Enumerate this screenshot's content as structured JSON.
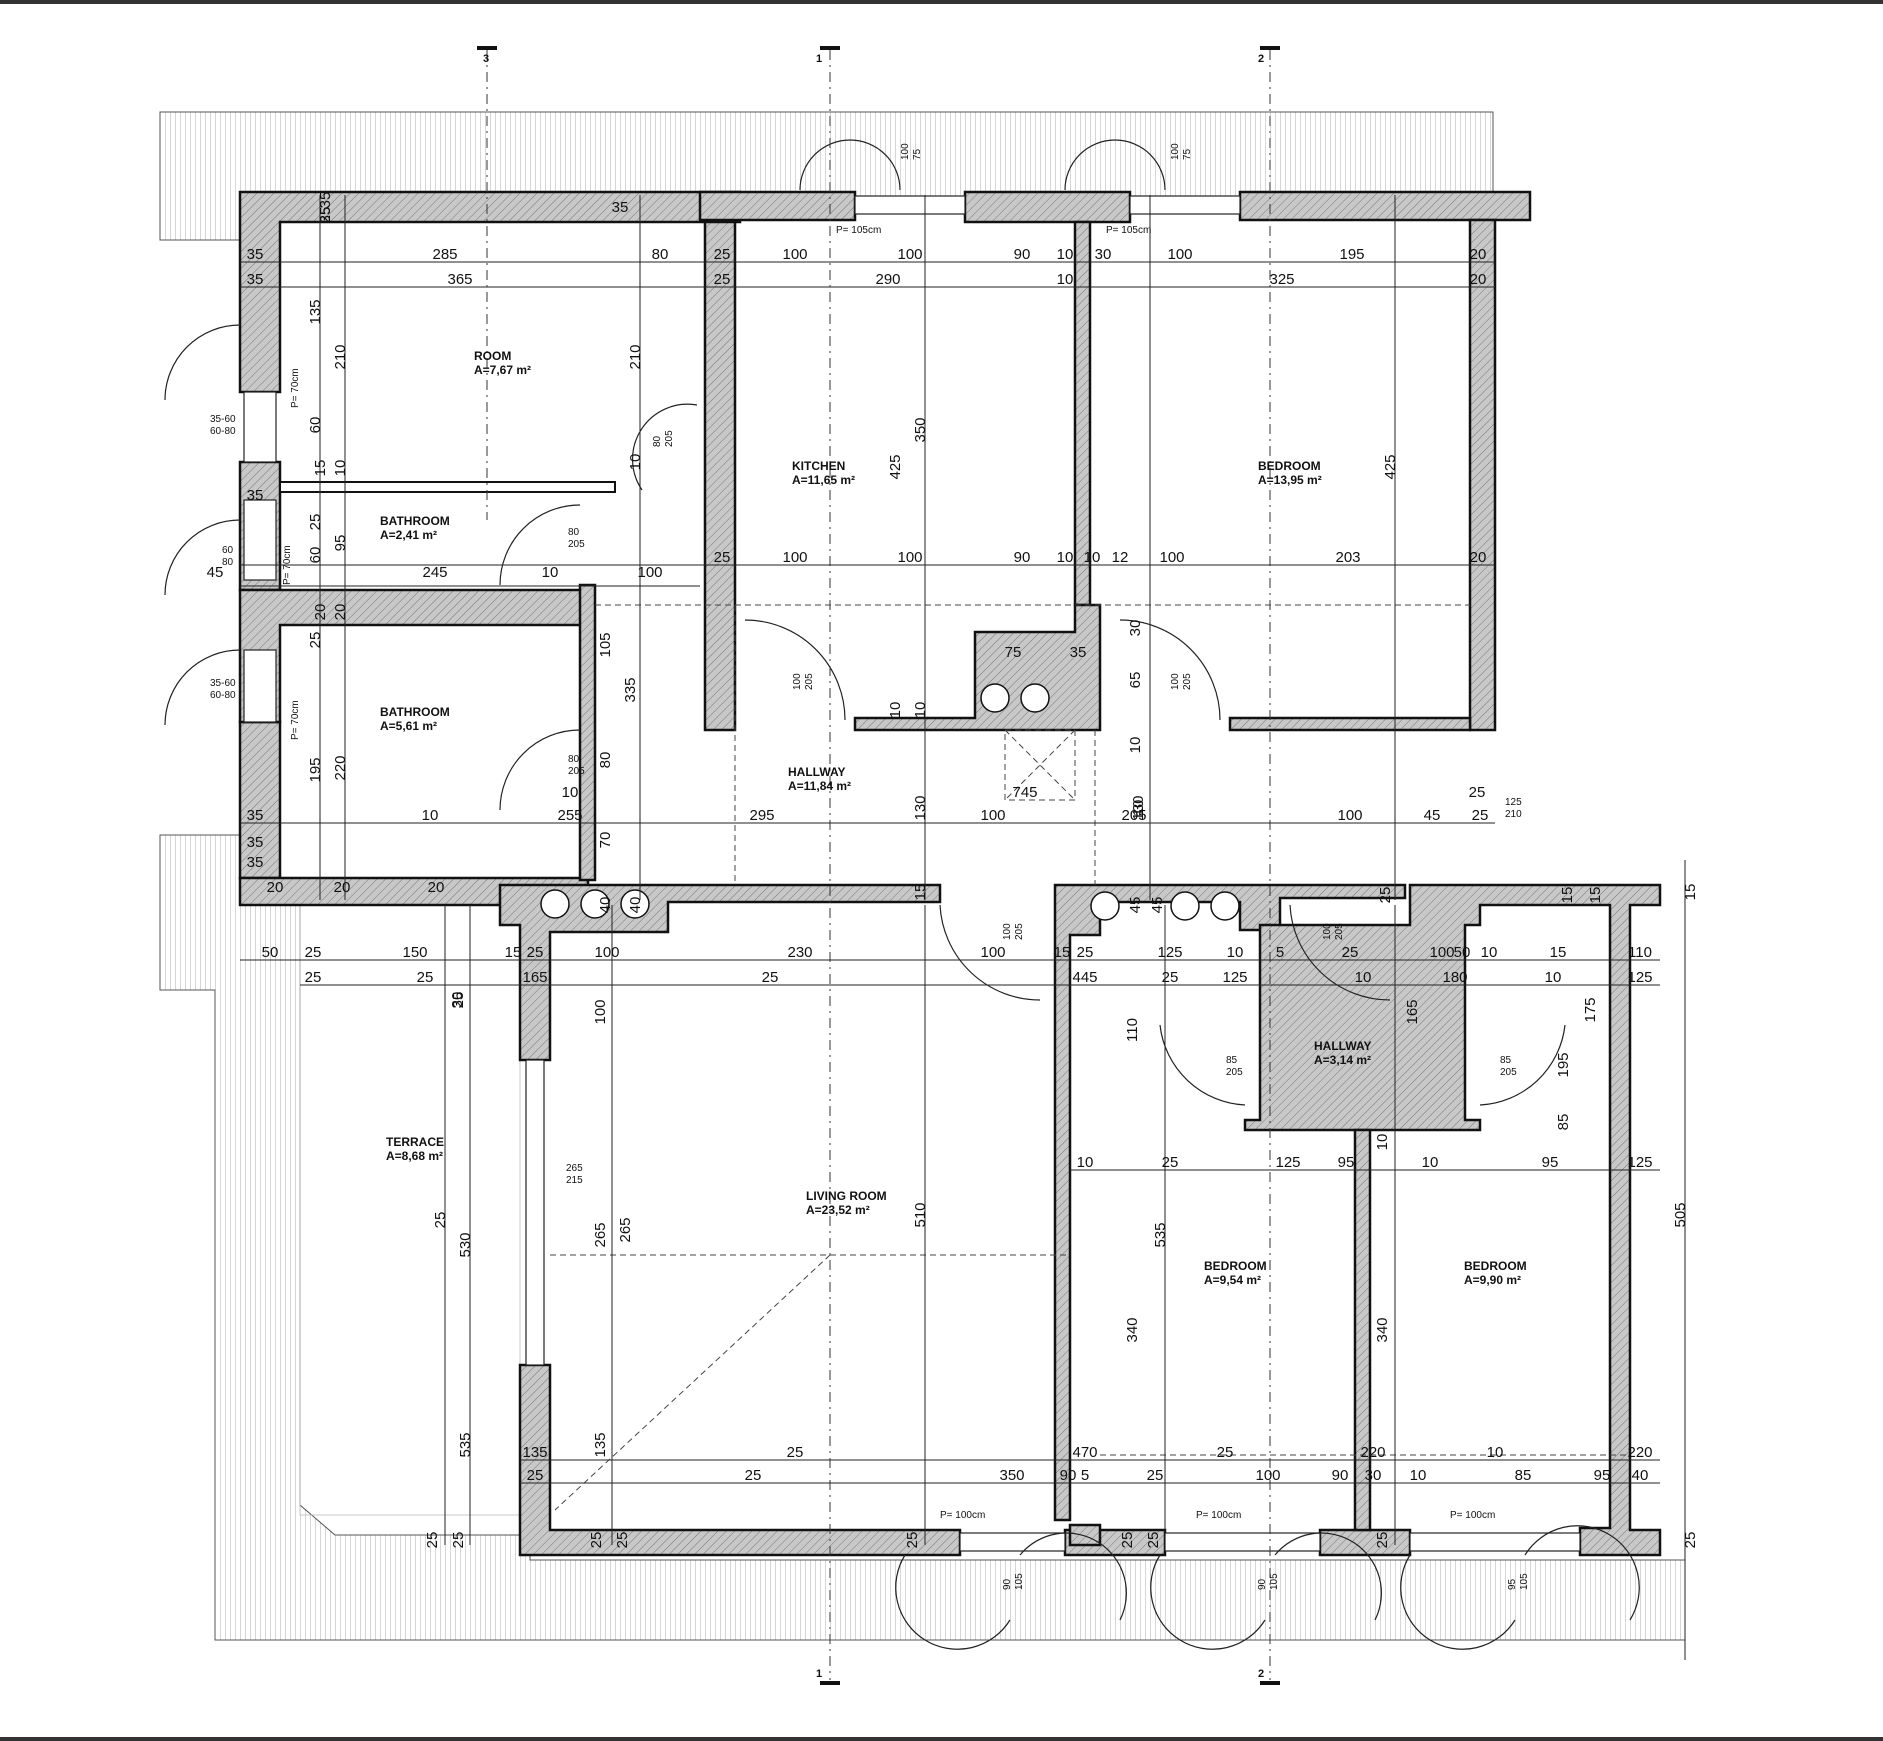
{
  "rooms": [
    {
      "name": "ROOM",
      "area": "A=7,67 m²"
    },
    {
      "name": "KITCHEN",
      "area": "A=11,65 m²"
    },
    {
      "name": "BEDROOM",
      "area": "A=13,95 m²"
    },
    {
      "name": "BATHROOM",
      "area": "A=2,41 m²"
    },
    {
      "name": "BATHROOM",
      "area": "A=5,61 m²"
    },
    {
      "name": "HALLWAY",
      "area": "A=11,84 m²"
    },
    {
      "name": "TERRACE",
      "area": "A=8,68 m²"
    },
    {
      "name": "LIVING ROOM",
      "area": "A=23,52 m²"
    },
    {
      "name": "HALLWAY",
      "area": "A=3,14 m²"
    },
    {
      "name": "BEDROOM",
      "area": "A=9,54 m²"
    },
    {
      "name": "BEDROOM",
      "area": "A=9,90 m²"
    }
  ],
  "axes": [
    "3",
    "1",
    "2",
    "1",
    "2"
  ],
  "window_notes": [
    "P= 105cm",
    "P= 105cm",
    "P= 70cm",
    "P= 70cm",
    "P= 70cm",
    "P= 100cm",
    "P= 100cm",
    "P= 100cm"
  ],
  "dims": [
    "35",
    "35",
    "35",
    "35",
    "35",
    "35",
    "35",
    "35",
    "35",
    "285",
    "80",
    "25",
    "100",
    "100",
    "90",
    "10",
    "30",
    "100",
    "195",
    "20",
    "365",
    "25",
    "290",
    "10",
    "325",
    "20",
    "135",
    "210",
    "210",
    "425",
    "350",
    "425",
    "60",
    "15",
    "10",
    "10",
    "25",
    "95",
    "60",
    "45",
    "245",
    "10",
    "100",
    "25",
    "100",
    "100",
    "90",
    "10",
    "10",
    "12",
    "100",
    "203",
    "20",
    "20",
    "20",
    "25",
    "105",
    "335",
    "75",
    "35",
    "30",
    "65",
    "10",
    "10",
    "10",
    "10",
    "195",
    "220",
    "80",
    "10",
    "255",
    "10",
    "295",
    "100",
    "205",
    "100",
    "130",
    "130",
    "745",
    "25",
    "25",
    "45",
    "70",
    "20",
    "20",
    "20",
    "40",
    "40",
    "15",
    "45",
    "45",
    "25",
    "15",
    "15",
    "15",
    "50",
    "25",
    "150",
    "15",
    "25",
    "100",
    "230",
    "100",
    "15",
    "25",
    "125",
    "10",
    "5",
    "25",
    "100",
    "50",
    "10",
    "15",
    "110",
    "25",
    "25",
    "165",
    "25",
    "445",
    "25",
    "125",
    "10",
    "180",
    "10",
    "125",
    "25",
    "30",
    "100",
    "110",
    "165",
    "175",
    "195",
    "85",
    "10",
    "10",
    "25",
    "125",
    "95",
    "10",
    "95",
    "125",
    "25",
    "530",
    "265",
    "265",
    "510",
    "535",
    "505",
    "340",
    "340",
    "535",
    "135",
    "135",
    "25",
    "470",
    "25",
    "220",
    "10",
    "220",
    "25",
    "25",
    "350",
    "90",
    "5",
    "25",
    "100",
    "90",
    "30",
    "10",
    "85",
    "95",
    "40",
    "25",
    "25",
    "25",
    "25",
    "25",
    "25",
    "25",
    "25",
    "25",
    "25"
  ],
  "door_specs": [
    "35-60",
    "60-80",
    "60",
    "80",
    "35-60",
    "60-80",
    "80",
    "205",
    "80",
    "205",
    "80",
    "205",
    "100",
    "205",
    "100",
    "205",
    "100",
    "75",
    "100",
    "75",
    "125",
    "210",
    "100",
    "205",
    "100",
    "205",
    "85",
    "205",
    "85",
    "205",
    "265",
    "215",
    "90",
    "105",
    "90",
    "105",
    "95",
    "105"
  ]
}
